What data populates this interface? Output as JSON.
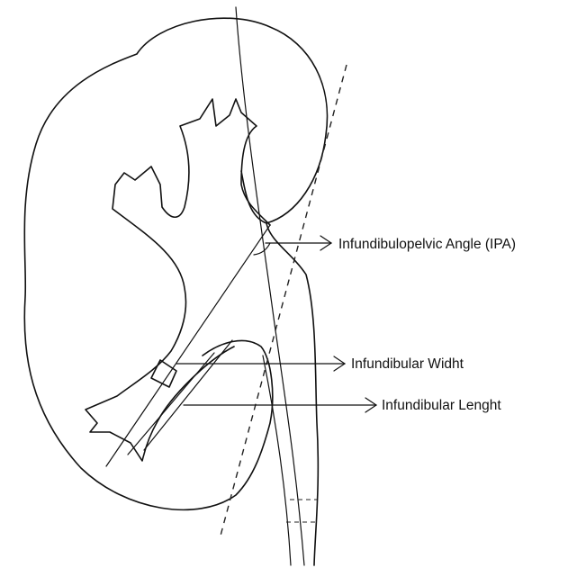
{
  "labels": {
    "ipa": "Infundibulopelvic Angle (IPA)",
    "width": "Infundibular Widht",
    "length": "Infundibular Lenght"
  }
}
